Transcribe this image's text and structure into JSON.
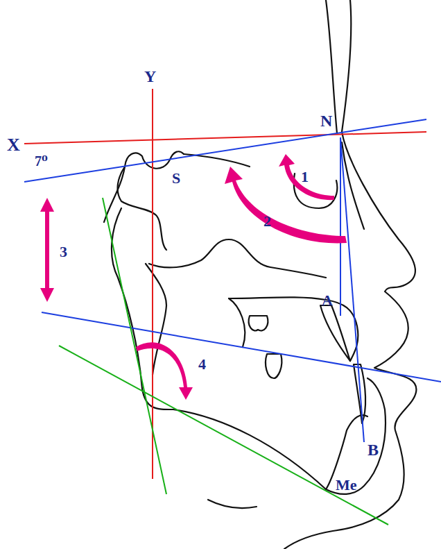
{
  "diagram": {
    "labels": [
      "X",
      "7⁰",
      "Y",
      "N",
      "S",
      "1",
      "2",
      "3",
      "4",
      "A",
      "B",
      "Me"
    ]
  }
}
